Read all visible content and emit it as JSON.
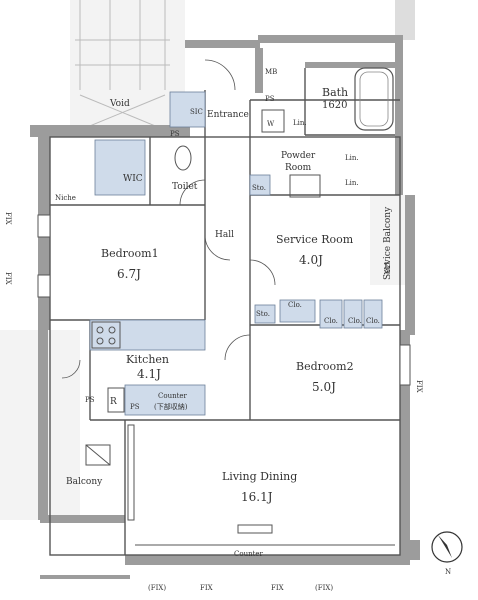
{
  "colors": {
    "wall": "#9a9a9a",
    "wall_dark": "#7f7f7f",
    "outside": "#f1f1f1",
    "floor": "#ffffff",
    "storage_blue": "#cfdbea",
    "line": "#555555"
  },
  "rooms": {
    "void": "Void",
    "entrance": "Entrance",
    "mb": "MB",
    "ps_top": "PS",
    "bath": "Bath",
    "bath_size": "1620",
    "sic": "SIC",
    "ps_sic": "PS",
    "wic": "WIC",
    "toilet": "Toilet",
    "w": "W",
    "lin1": "Lin.",
    "lin2": "Lin.",
    "lin3": "Lin.",
    "powder_room_1": "Powder",
    "powder_room_2": "Room",
    "sto_1": "Sto.",
    "niche": "Niche",
    "service_balcony": "Service Balcony",
    "hall": "Hall",
    "bedroom1": "Bedroom1",
    "bedroom1_size": "6.7J",
    "service_room": "Service Room",
    "service_room_size": "4.0J",
    "sto_2": "Sto.",
    "clo_1": "Clo.",
    "clo_2": "Clo.",
    "clo_3": "Clo.",
    "clo_4": "Clo.",
    "kitchen": "Kitchen",
    "kitchen_size": "4.1J",
    "bedroom2": "Bedroom2",
    "bedroom2_size": "5.0J",
    "ps_kitchen_1": "PS",
    "ps_kitchen_2": "PS",
    "r_mark": "R",
    "counter_kitchen": "Counter",
    "counter_kitchen_note": "(下部収納)",
    "balcony": "Balcony",
    "living_dining": "Living Dining",
    "living_dining_size": "16.1J",
    "counter_living": "Counter"
  },
  "windows": {
    "fix_left_1": "FIX",
    "fix_left_2": "FIX",
    "fix_right": "FIX",
    "fix_small_right": "FIX",
    "fix_bottom_1": "(FIX)",
    "fix_bottom_2": "FIX",
    "fix_bottom_3": "FIX",
    "fix_bottom_4": "(FIX)"
  },
  "compass": {
    "label": "N",
    "icon": "north-arrow-icon"
  }
}
